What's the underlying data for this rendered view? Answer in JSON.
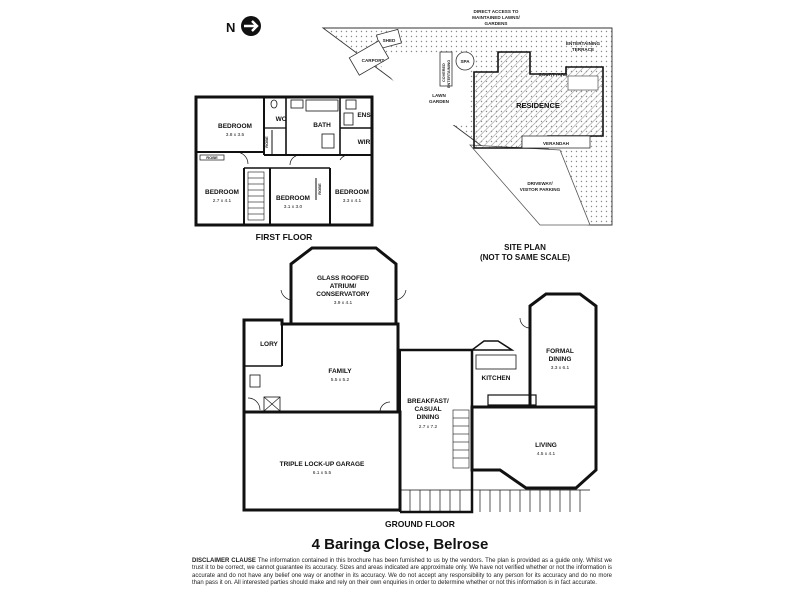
{
  "compass": {
    "letter": "N"
  },
  "site_plan": {
    "caption_line1": "SITE PLAN",
    "caption_line2": "(NOT TO SAME SCALE)",
    "labels": {
      "access_line1": "DIRECT ACCESS TO",
      "access_line2": "MAINTAINED LAWNS/",
      "access_line3": "GARDENS",
      "shed": "SHED",
      "carport": "CARPORT",
      "spa": "SPA",
      "covered_line1": "COVERED",
      "covered_line2": "ENTERTAINING",
      "lawn_line1": "LAWN",
      "lawn_line2": "GARDEN",
      "entertaining_line1": "ENTERTAINING",
      "entertaining_line2": "TERRACE",
      "courtyard": "COURTYARD",
      "residence": "RESIDENCE",
      "verandah": "VERANDAH",
      "driveway_line1": "DRIVEWAY/",
      "driveway_line2": "VISITOR PARKING"
    }
  },
  "first_floor": {
    "caption": "FIRST FLOOR",
    "rooms": {
      "bed1_name": "BEDROOM",
      "bed1_dim": "3.8 x 3.5",
      "bed2_name": "BEDROOM",
      "bed2_dim": "2.7 x 4.1",
      "bed3_name": "BEDROOM",
      "bed3_dim": "3.1 x 3.0",
      "bed4_name": "BEDROOM",
      "bed4_dim": "3.3 x 4.1",
      "wc": "WC",
      "bath": "BATH",
      "ens": "ENS",
      "wir": "WIR",
      "robe1": "ROBE",
      "robe2": "ROBE",
      "robe3": "ROBE"
    }
  },
  "ground_floor": {
    "caption": "GROUND FLOOR",
    "rooms": {
      "atrium_line1": "GLASS ROOFED",
      "atrium_line2": "ATRIUM/",
      "atrium_line3": "CONSERVATORY",
      "atrium_dim": "3.9 x 4.1",
      "lory": "LORY",
      "family_name": "FAMILY",
      "family_dim": "5.5 x 5.2",
      "kitchen": "KITCHEN",
      "formal_line1": "FORMAL",
      "formal_line2": "DINING",
      "formal_dim": "3.3 x 6.1",
      "breakfast_line1": "BREAKFAST/",
      "breakfast_line2": "CASUAL",
      "breakfast_line3": "DINING",
      "breakfast_dim": "2.7 x 7.2",
      "living_name": "LIVING",
      "living_dim": "4.5 x 4.1",
      "garage_name": "TRIPLE LOCK-UP GARAGE",
      "garage_dim": "6.1 x 5.5"
    }
  },
  "title": "4 Baringa Close, Belrose",
  "disclaimer": {
    "heading": "DISCLAIMER CLAUSE",
    "text": "The information contained in this brochure has been furnished to us by the vendors. The plan is provided as a guide only. Whilst we trust it to be correct, we cannot guarantee its accuracy. Sizes and areas indicated are approximate only. We have not verified whether or not the information is accurate and do not have any belief one way or another in its accuracy. We do not accept any responsibility to any person for its accuracy and do no more than pass it on. All interested parties should make and rely on their own enquiries in order to determine whether or not this information is in fact accurate."
  }
}
